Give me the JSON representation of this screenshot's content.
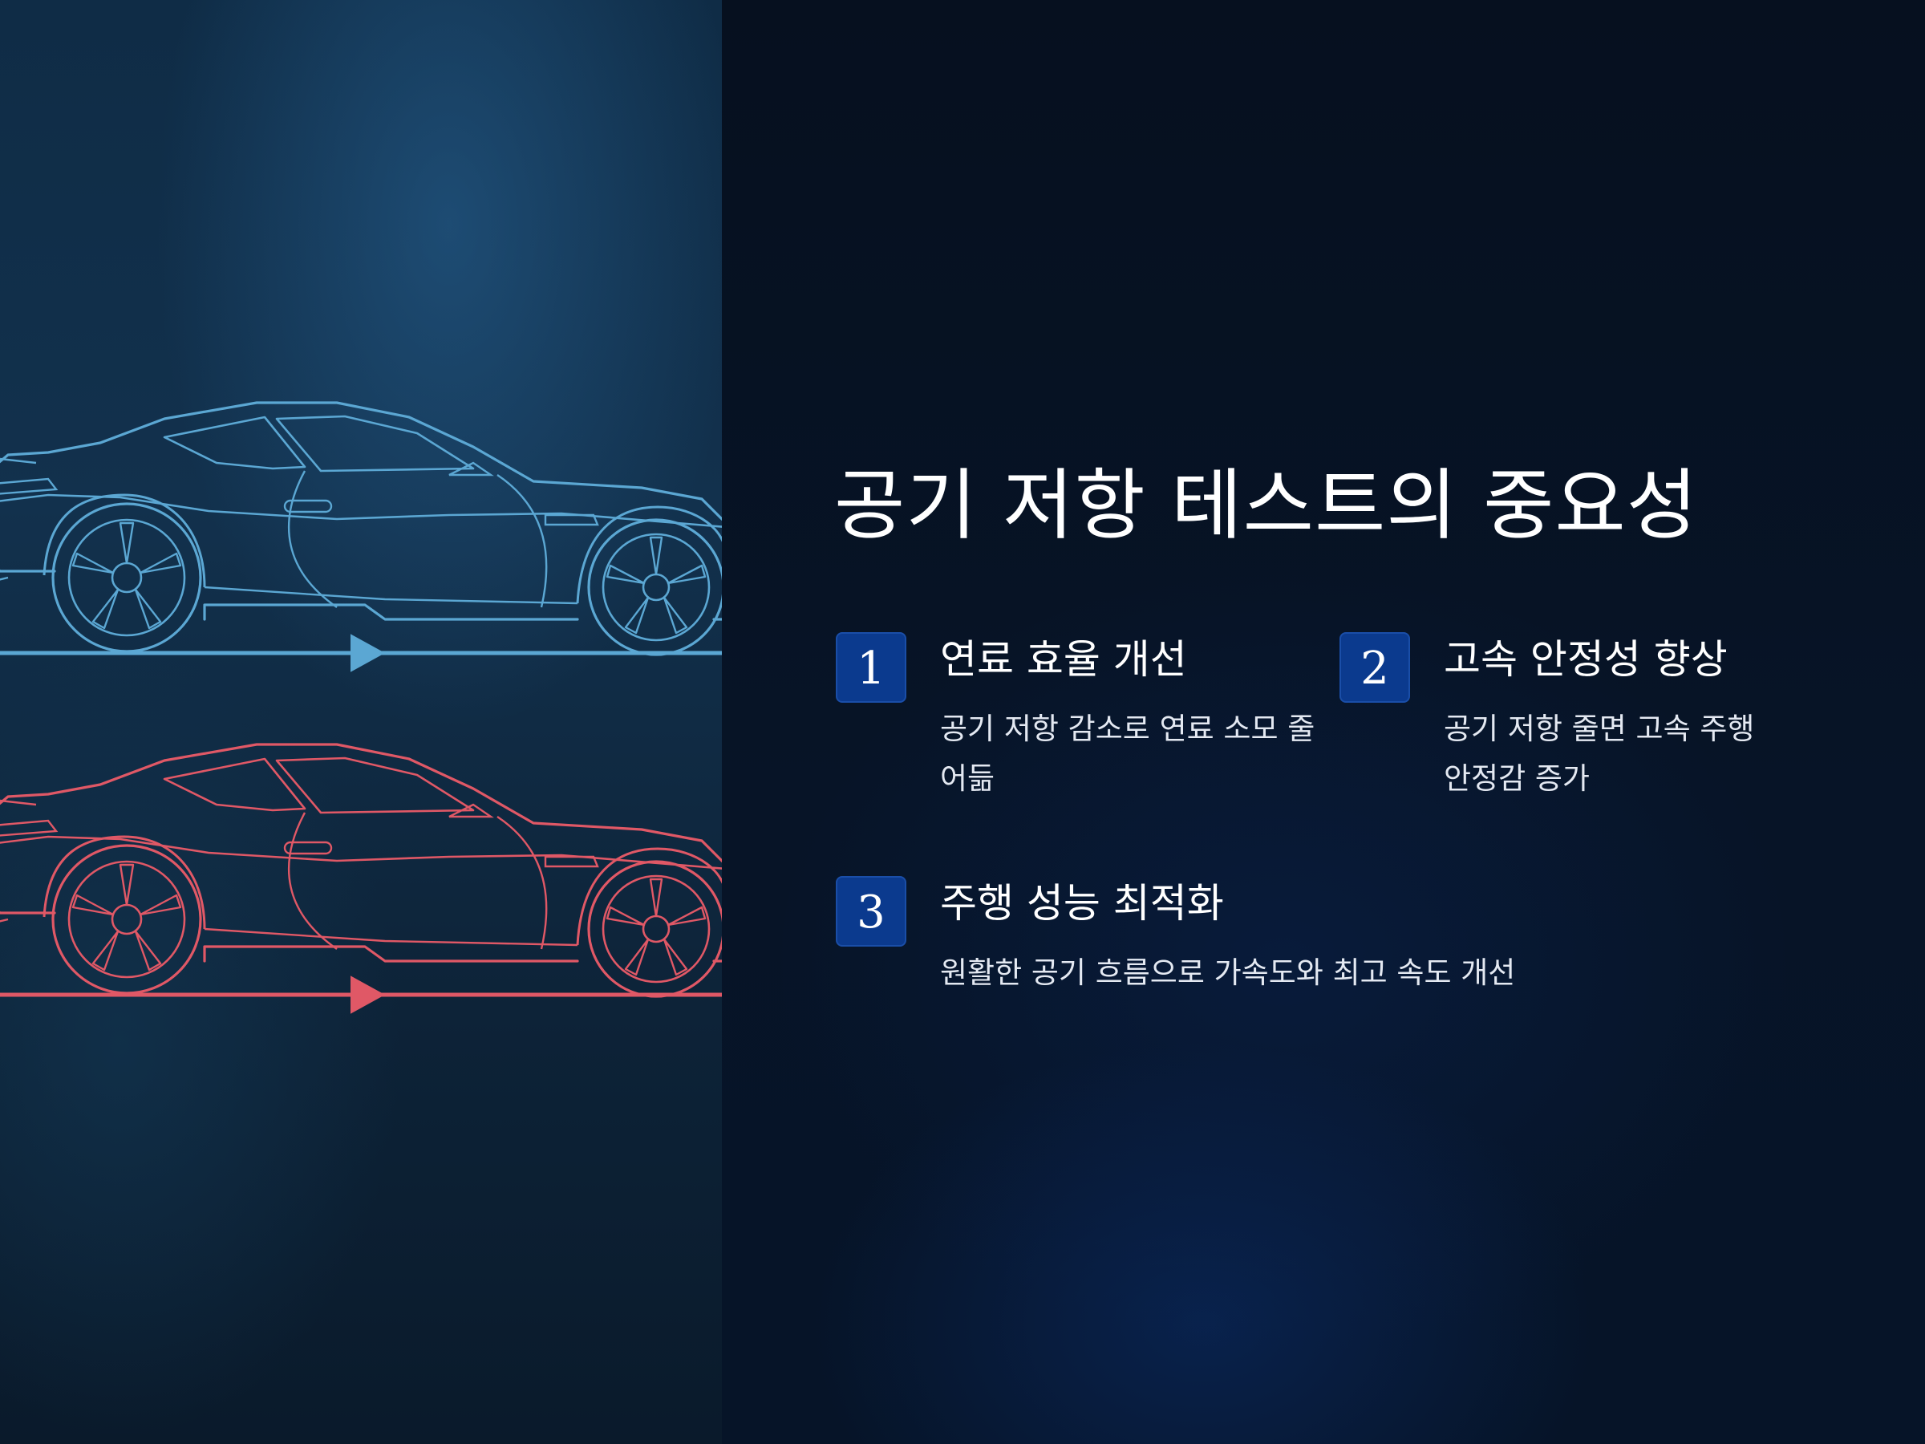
{
  "slide": {
    "title": "공기 저항 테스트의 중요성"
  },
  "items": [
    {
      "number": "1",
      "title": "연료 효율 개선",
      "description": "공기 저항 감소로 연료 소모 줄어듦"
    },
    {
      "number": "2",
      "title": "고속 안정성 향상",
      "description": "공기 저항 줄면 고속 주행 안정감 증가"
    },
    {
      "number": "3",
      "title": "주행 성능 최적화",
      "description": "원활한 공기 흐름으로 가속도와 최고 속도 개선"
    }
  ],
  "colors": {
    "blue_car": "#5ba7d3",
    "red_car": "#e05866",
    "badge": "#0b3a8e"
  },
  "illustration": {
    "icons": [
      "sports-car-outline-icon",
      "airflow-arrow-icon"
    ]
  }
}
